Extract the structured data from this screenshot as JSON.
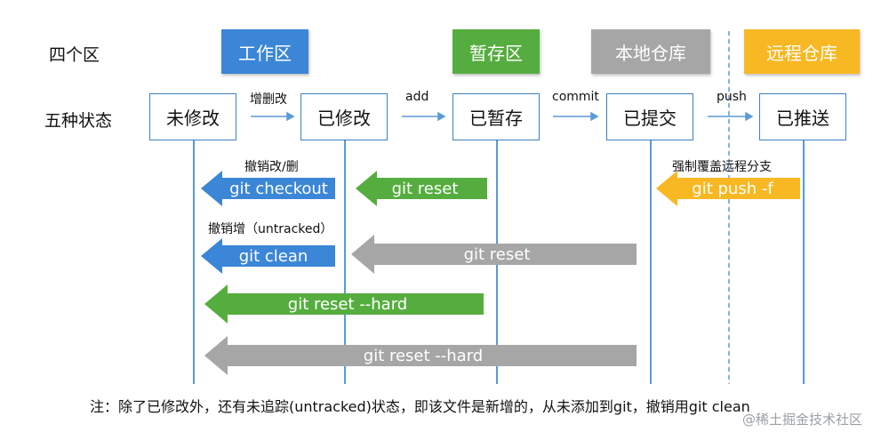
{
  "row_labels": {
    "areas": "四个区",
    "states": "五种状态"
  },
  "areas": [
    {
      "label": "工作区",
      "color": "#3b86d6"
    },
    {
      "label": "暂存区",
      "color": "#56ad3f"
    },
    {
      "label": "本地仓库",
      "color": "#a6a6a6"
    },
    {
      "label": "远程仓库",
      "color": "#f8b823"
    }
  ],
  "states": [
    "未修改",
    "已修改",
    "已暂存",
    "已提交",
    "已推送"
  ],
  "transitions": [
    "增删改",
    "add",
    "commit",
    "push"
  ],
  "undo_arrows": [
    {
      "label": "git checkout",
      "caption": "撤销改/删",
      "color": "#3b86d6"
    },
    {
      "label": "git reset",
      "caption": "",
      "color": "#56ad3f"
    },
    {
      "label": "git push -f",
      "caption": "强制覆盖远程分支",
      "color": "#f8b823"
    },
    {
      "label": "git clean",
      "caption": "撤销增（untracked）",
      "color": "#3b86d6"
    },
    {
      "label": "git reset",
      "caption": "",
      "color": "#a6a6a6"
    },
    {
      "label": "git reset --hard",
      "caption": "",
      "color": "#56ad3f"
    },
    {
      "label": "git reset --hard",
      "caption": "",
      "color": "#a6a6a6"
    }
  ],
  "note": "注：除了已修改外，还有未追踪(untracked)状态，即该文件是新增的，从未添加到git，撤销用git clean",
  "watermark": "@稀土掘金技术社区"
}
